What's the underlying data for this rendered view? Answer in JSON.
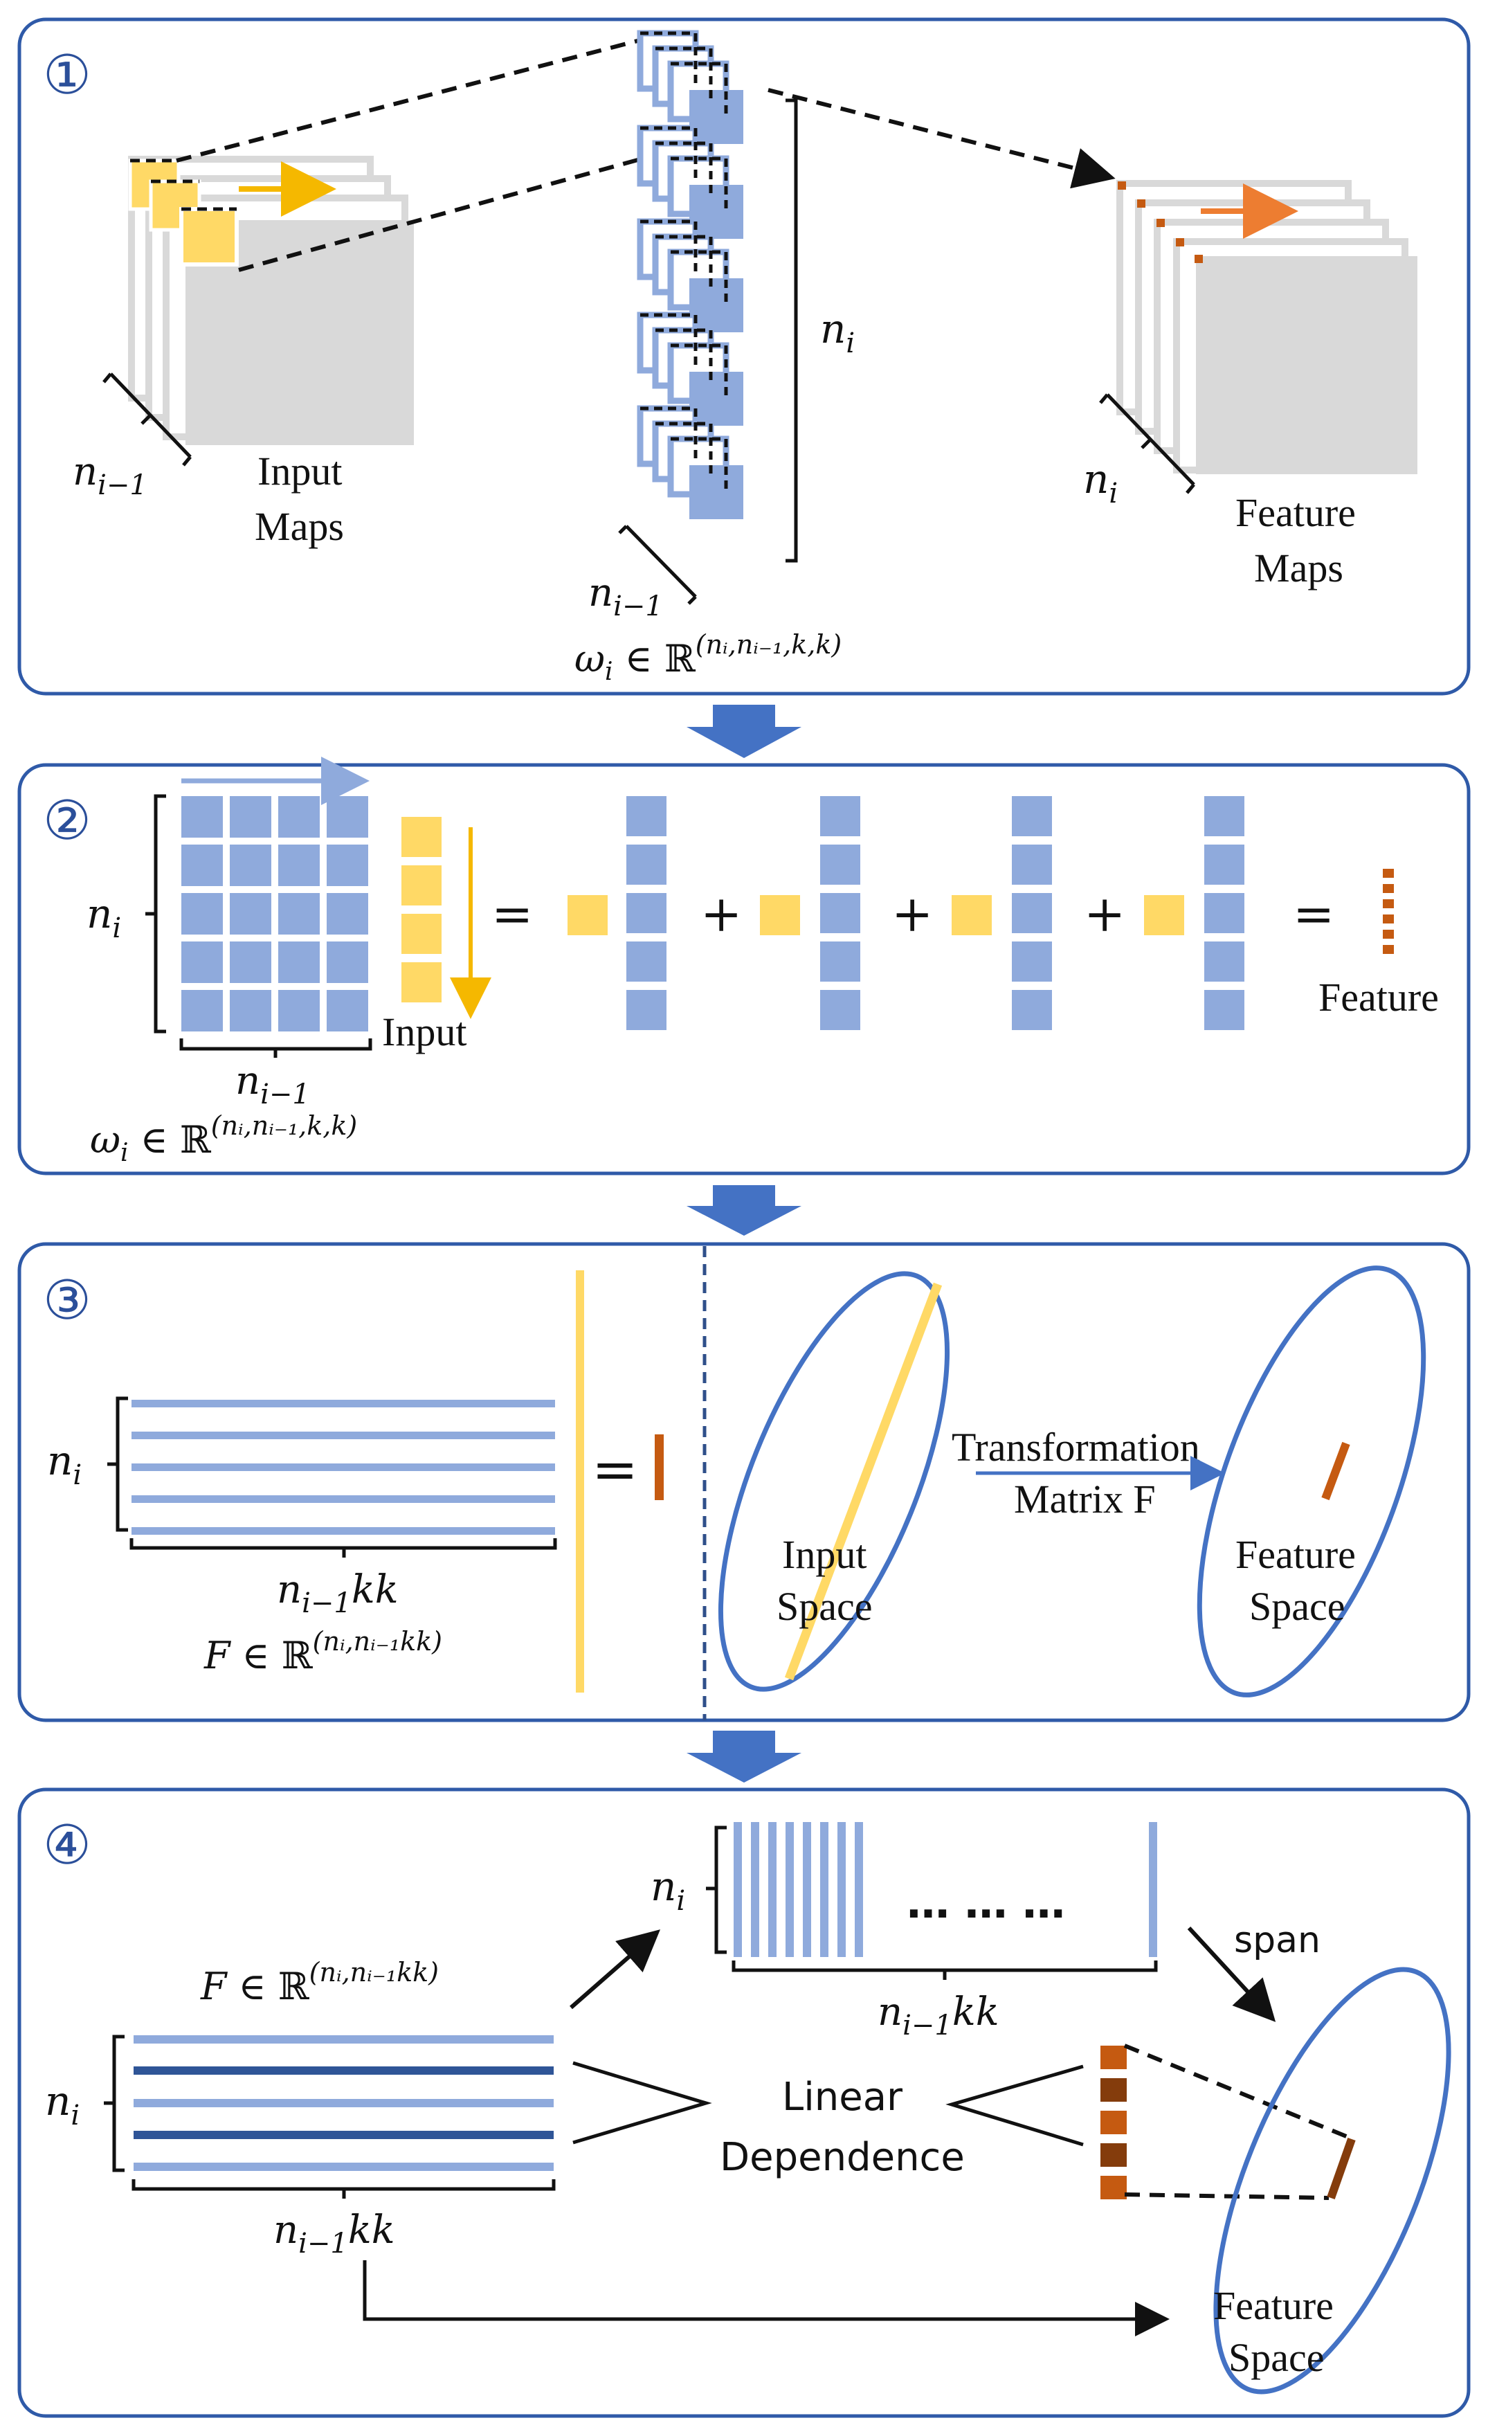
{
  "colors": {
    "panel_border": "#2f5aa8",
    "blue_block": "#8faadc",
    "dark_blue": "#2f5597",
    "yellow": "#ffd966",
    "yellow_arrow": "#f5b800",
    "orange": "#c55a11",
    "dark_orange": "#843c0c",
    "gray": "#d9d9d9",
    "down_arrow": "#4472c4"
  },
  "panel1": {
    "number": "①",
    "input_label": [
      "Input",
      "Maps"
    ],
    "feature_label": [
      "Feature",
      "Maps"
    ],
    "n_prev_input": "n",
    "n_prev_input_sub": "i−1",
    "n_i_filters": "n",
    "n_i_filters_sub": "i",
    "n_prev_filter": "n",
    "n_prev_filter_sub": "i−1",
    "n_i_feature": "n",
    "n_i_feature_sub": "i",
    "weight_eq_lhs": "ω",
    "weight_eq_lhs_sub": "i",
    "weight_eq_mid": " ∈ ℝ",
    "weight_eq_sup": "(n_i,n_{i−1},k,k)",
    "weight_eq_sup_display": "(nᵢ,nᵢ₋₁,k,k)"
  },
  "panel2": {
    "number": "②",
    "n_i": "n",
    "n_i_sub": "i",
    "n_prev": "n",
    "n_prev_sub": "i−1",
    "input_label": "Input",
    "feature_label": "Feature",
    "eq1": "=",
    "plus": "+",
    "eq2": "=",
    "weight_eq_lhs": "ω",
    "weight_eq_lhs_sub": "i",
    "weight_eq_mid": " ∈ ℝ",
    "weight_eq_sup_display": "(nᵢ,nᵢ₋₁,k,k)"
  },
  "panel3": {
    "number": "③",
    "n_i": "n",
    "n_i_sub": "i",
    "width_label": "n",
    "width_label_sub": "i−1",
    "width_label_tail": "kk",
    "matrix_eq_lhs": "F",
    "matrix_eq_mid": " ∈ ℝ",
    "matrix_eq_sup_display": "(nᵢ,nᵢ₋₁kk)",
    "eq": "=",
    "input_space": [
      "Input",
      "Space"
    ],
    "transform_label": [
      "Transformation",
      "Matrix F"
    ],
    "feature_space": [
      "Feature",
      "Space"
    ]
  },
  "panel4": {
    "number": "④",
    "matrix_eq_lhs": "F",
    "matrix_eq_mid": " ∈ ℝ",
    "matrix_eq_sup_display": "(nᵢ,nᵢ₋₁kk)",
    "n_i_rows": "n",
    "n_i_rows_sub": "i",
    "n_i_cols": "n",
    "n_i_cols_sub": "i",
    "width_label": "n",
    "width_label_sub": "i−1",
    "width_label_tail": "kk",
    "col_width_label": "n",
    "col_width_label_sub": "i−1",
    "col_width_label_tail": "kk",
    "dots": "… … …",
    "span_label": "span",
    "linear_dep": [
      "Linear",
      "Dependence"
    ],
    "feature_space": [
      "Feature",
      "Space"
    ]
  }
}
